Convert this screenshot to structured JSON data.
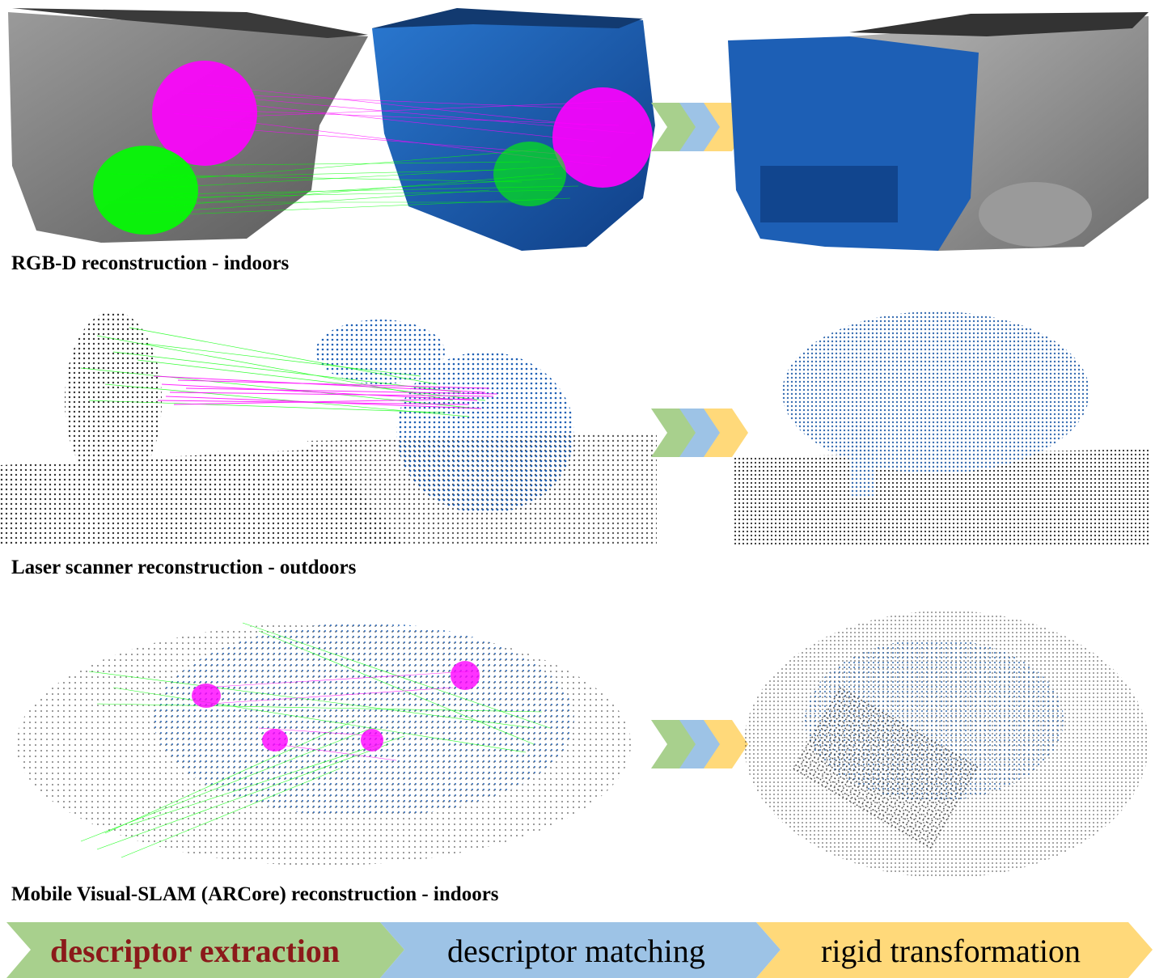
{
  "rows": [
    {
      "label": "RGB-D reconstruction - indoors"
    },
    {
      "label": "Laser scanner reconstruction - outdoors"
    },
    {
      "label": "Mobile Visual-SLAM (ARCore) reconstruction - indoors"
    }
  ],
  "pipeline": {
    "stages": [
      {
        "label": "descriptor extraction",
        "color": "#a8d08d",
        "text_color": "#8b1a1a",
        "bold": true
      },
      {
        "label": "descriptor matching",
        "color": "#9dc3e6",
        "text_color": "#000000",
        "bold": false
      },
      {
        "label": "rigid transformation",
        "color": "#ffd97a",
        "text_color": "#000000",
        "bold": false
      }
    ]
  },
  "colors": {
    "source_cloud": "#7a7a7a",
    "target_cloud": "#1d5fb5",
    "match_set_a": "#ff00ff",
    "match_set_b": "#00ff00"
  },
  "icons": [
    "chevron-arrow-icon"
  ]
}
